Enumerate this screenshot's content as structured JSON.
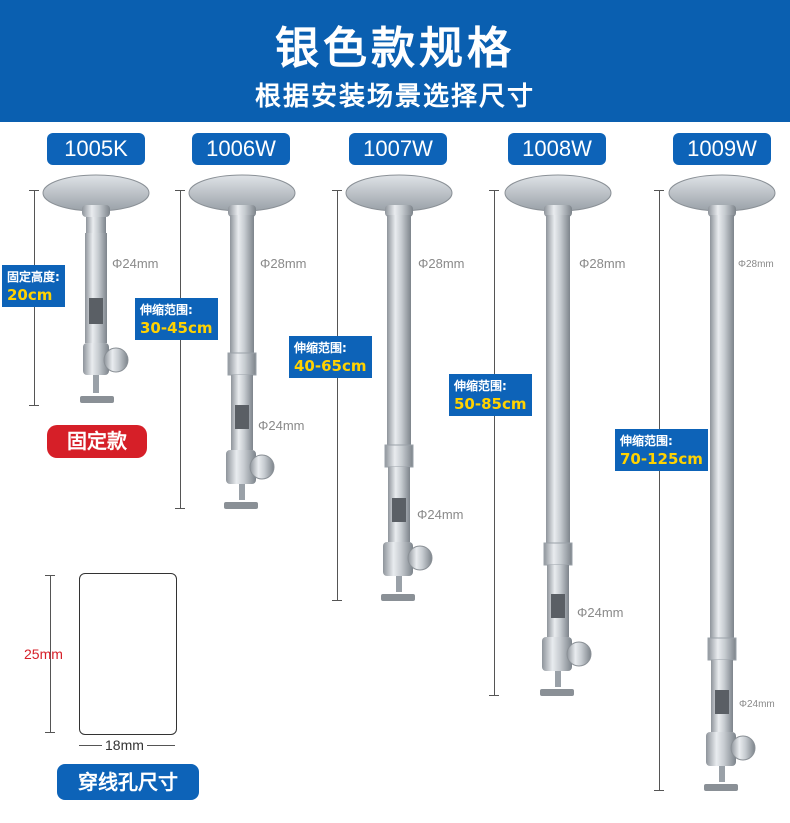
{
  "header": {
    "title": "银色款规格",
    "subtitle": "根据安装场景选择尺寸"
  },
  "colors": {
    "banner_blue": "#0a5fb0",
    "label_blue": "#0d63b8",
    "value_yellow": "#ffd200",
    "badge_red": "#d61f28"
  },
  "models": [
    {
      "name": "1005K",
      "range_label": "固定高度:",
      "range_value": "20cm",
      "top_diameter": "Φ24mm"
    },
    {
      "name": "1006W",
      "range_label": "伸缩范围:",
      "range_value": "30-45cm",
      "top_diameter": "Φ28mm",
      "bottom_diameter": "Φ24mm"
    },
    {
      "name": "1007W",
      "range_label": "伸缩范围:",
      "range_value": "40-65cm",
      "top_diameter": "Φ28mm",
      "bottom_diameter": "Φ24mm"
    },
    {
      "name": "1008W",
      "range_label": "伸缩范围:",
      "range_value": "50-85cm",
      "top_diameter": "Φ28mm",
      "bottom_diameter": "Φ24mm"
    },
    {
      "name": "1009W",
      "range_label": "伸缩范围:",
      "range_value": "70-125cm",
      "top_diameter": "Φ28mm",
      "bottom_diameter": "Φ24mm"
    }
  ],
  "fixed_badge": "固定款",
  "hole": {
    "height_label": "25mm",
    "width_label": "18mm",
    "caption": "穿线孔尺寸"
  }
}
